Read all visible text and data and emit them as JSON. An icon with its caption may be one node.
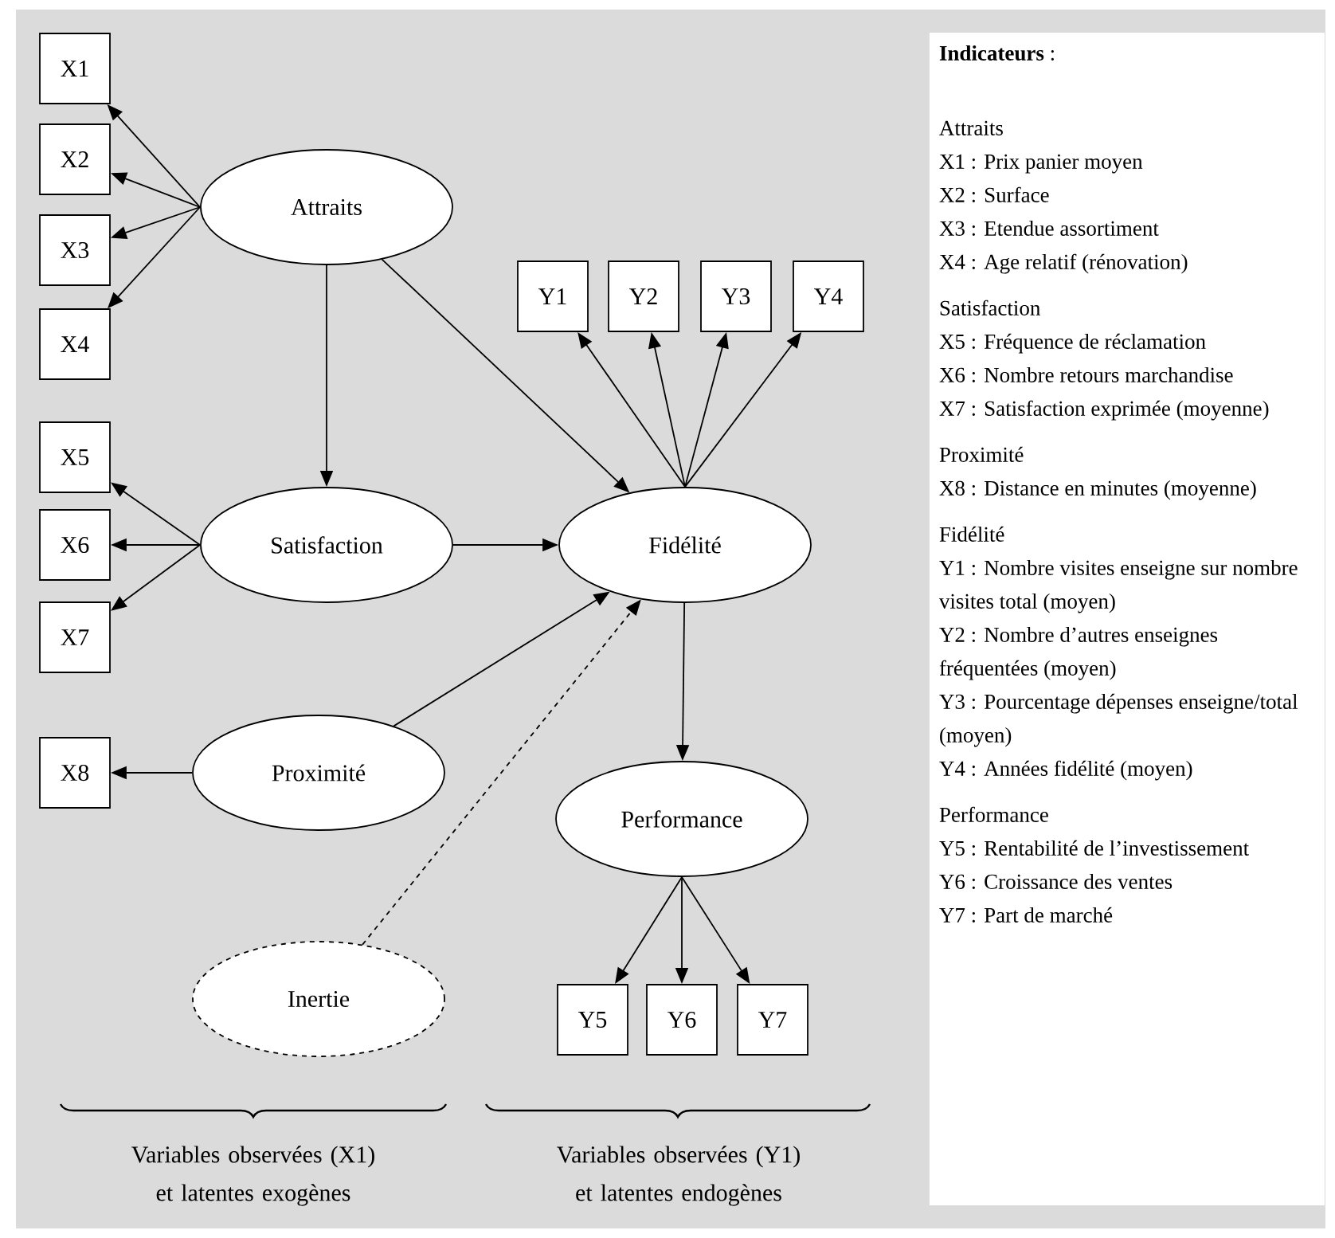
{
  "diagram": {
    "nodes": [
      {
        "text": [
          "Attraits"
        ]
      },
      {
        "text": [
          "X1"
        ]
      },
      {
        "text": [
          "X2"
        ]
      },
      {
        "text": [
          "X3"
        ]
      },
      {
        "text": [
          "X4"
        ]
      },
      {
        "text": [
          "Satisfaction"
        ]
      },
      {
        "text": [
          "X5"
        ]
      },
      {
        "text": [
          "X6"
        ]
      },
      {
        "text": [
          "X7"
        ]
      },
      {
        "text": [
          "Proximité"
        ]
      },
      {
        "text": [
          "X8"
        ]
      },
      {
        "text": [
          "Inertie"
        ]
      },
      {
        "text": [
          "Fidélité"
        ]
      },
      {
        "text": [
          "Y1"
        ]
      },
      {
        "text": [
          "Y2"
        ]
      },
      {
        "text": [
          "Y3"
        ]
      },
      {
        "text": [
          "Y4"
        ]
      },
      {
        "text": [
          "Performance"
        ]
      },
      {
        "text": [
          "Y5"
        ]
      },
      {
        "text": [
          "Y6"
        ]
      },
      {
        "text": [
          "Y7"
        ]
      },
      {
        "text": [
          "**Indicateurs** :",
          "Attraits",
          "X1 : Prix panier moyen",
          "X2 : Surface",
          "X3 : Etendue assortiment",
          "X4 : Age relatif (rénovation)",
          "Satisfaction",
          "X5 : Fréquence de réclamation",
          "X6 : Nombre retours marchandise",
          "X7 : Satisfaction exprimée (moyenne)",
          "Proximité",
          "X8 : Distance en minutes (moyenne)",
          "Fidélité",
          "Y1 : Nombre visites enseigne sur nombre visites total (moyen)",
          "Y2 : Nombre d’autres enseignes fréquentées (moyen)",
          "Y3 : Pourcentage dépenses enseigne/total (moyen)",
          "Y4 : Années fidélité (moyen)",
          "Performance",
          "Y5 : Rentabilité de l’investissement",
          "Y6 : Croissance des ventes",
          "Y7 : Part de marché"
        ]
      }
    ],
    "edges": [
      {
        "from": 0,
        "to": 1,
        "arrow": "to"
      },
      {
        "from": 0,
        "to": 2,
        "arrow": "to"
      },
      {
        "from": 0,
        "to": 3,
        "arrow": "to"
      },
      {
        "from": 0,
        "to": 4,
        "arrow": "to"
      },
      {
        "from": 0,
        "to": 5,
        "arrow": "to"
      },
      {
        "from": 0,
        "to": 12,
        "arrow": "to"
      },
      {
        "from": 5,
        "to": 6,
        "arrow": "to"
      },
      {
        "from": 5,
        "to": 7,
        "arrow": "to"
      },
      {
        "from": 5,
        "to": 8,
        "arrow": "to"
      },
      {
        "from": 5,
        "to": 12,
        "arrow": "to"
      },
      {
        "from": 9,
        "to": 10,
        "arrow": "to"
      },
      {
        "from": 9,
        "to": 12,
        "arrow": "to"
      },
      {
        "from": 11,
        "to": 12,
        "arrow": "to",
        "style": "dashed"
      },
      {
        "from": 12,
        "to": 13,
        "arrow": "to"
      },
      {
        "from": 12,
        "to": 14,
        "arrow": "to"
      },
      {
        "from": 12,
        "to": 15,
        "arrow": "to"
      },
      {
        "from": 12,
        "to": 16,
        "arrow": "to"
      },
      {
        "from": 12,
        "to": 17,
        "arrow": "to"
      },
      {
        "from": 17,
        "to": 18,
        "arrow": "to"
      },
      {
        "from": 17,
        "to": 19,
        "arrow": "to"
      },
      {
        "from": 17,
        "to": 20,
        "arrow": "to"
      }
    ],
    "labels": [
      "Variables observées (X1) et latentes exogènes",
      "Variables observées (Y1) et latentes endogènes"
    ]
  }
}
